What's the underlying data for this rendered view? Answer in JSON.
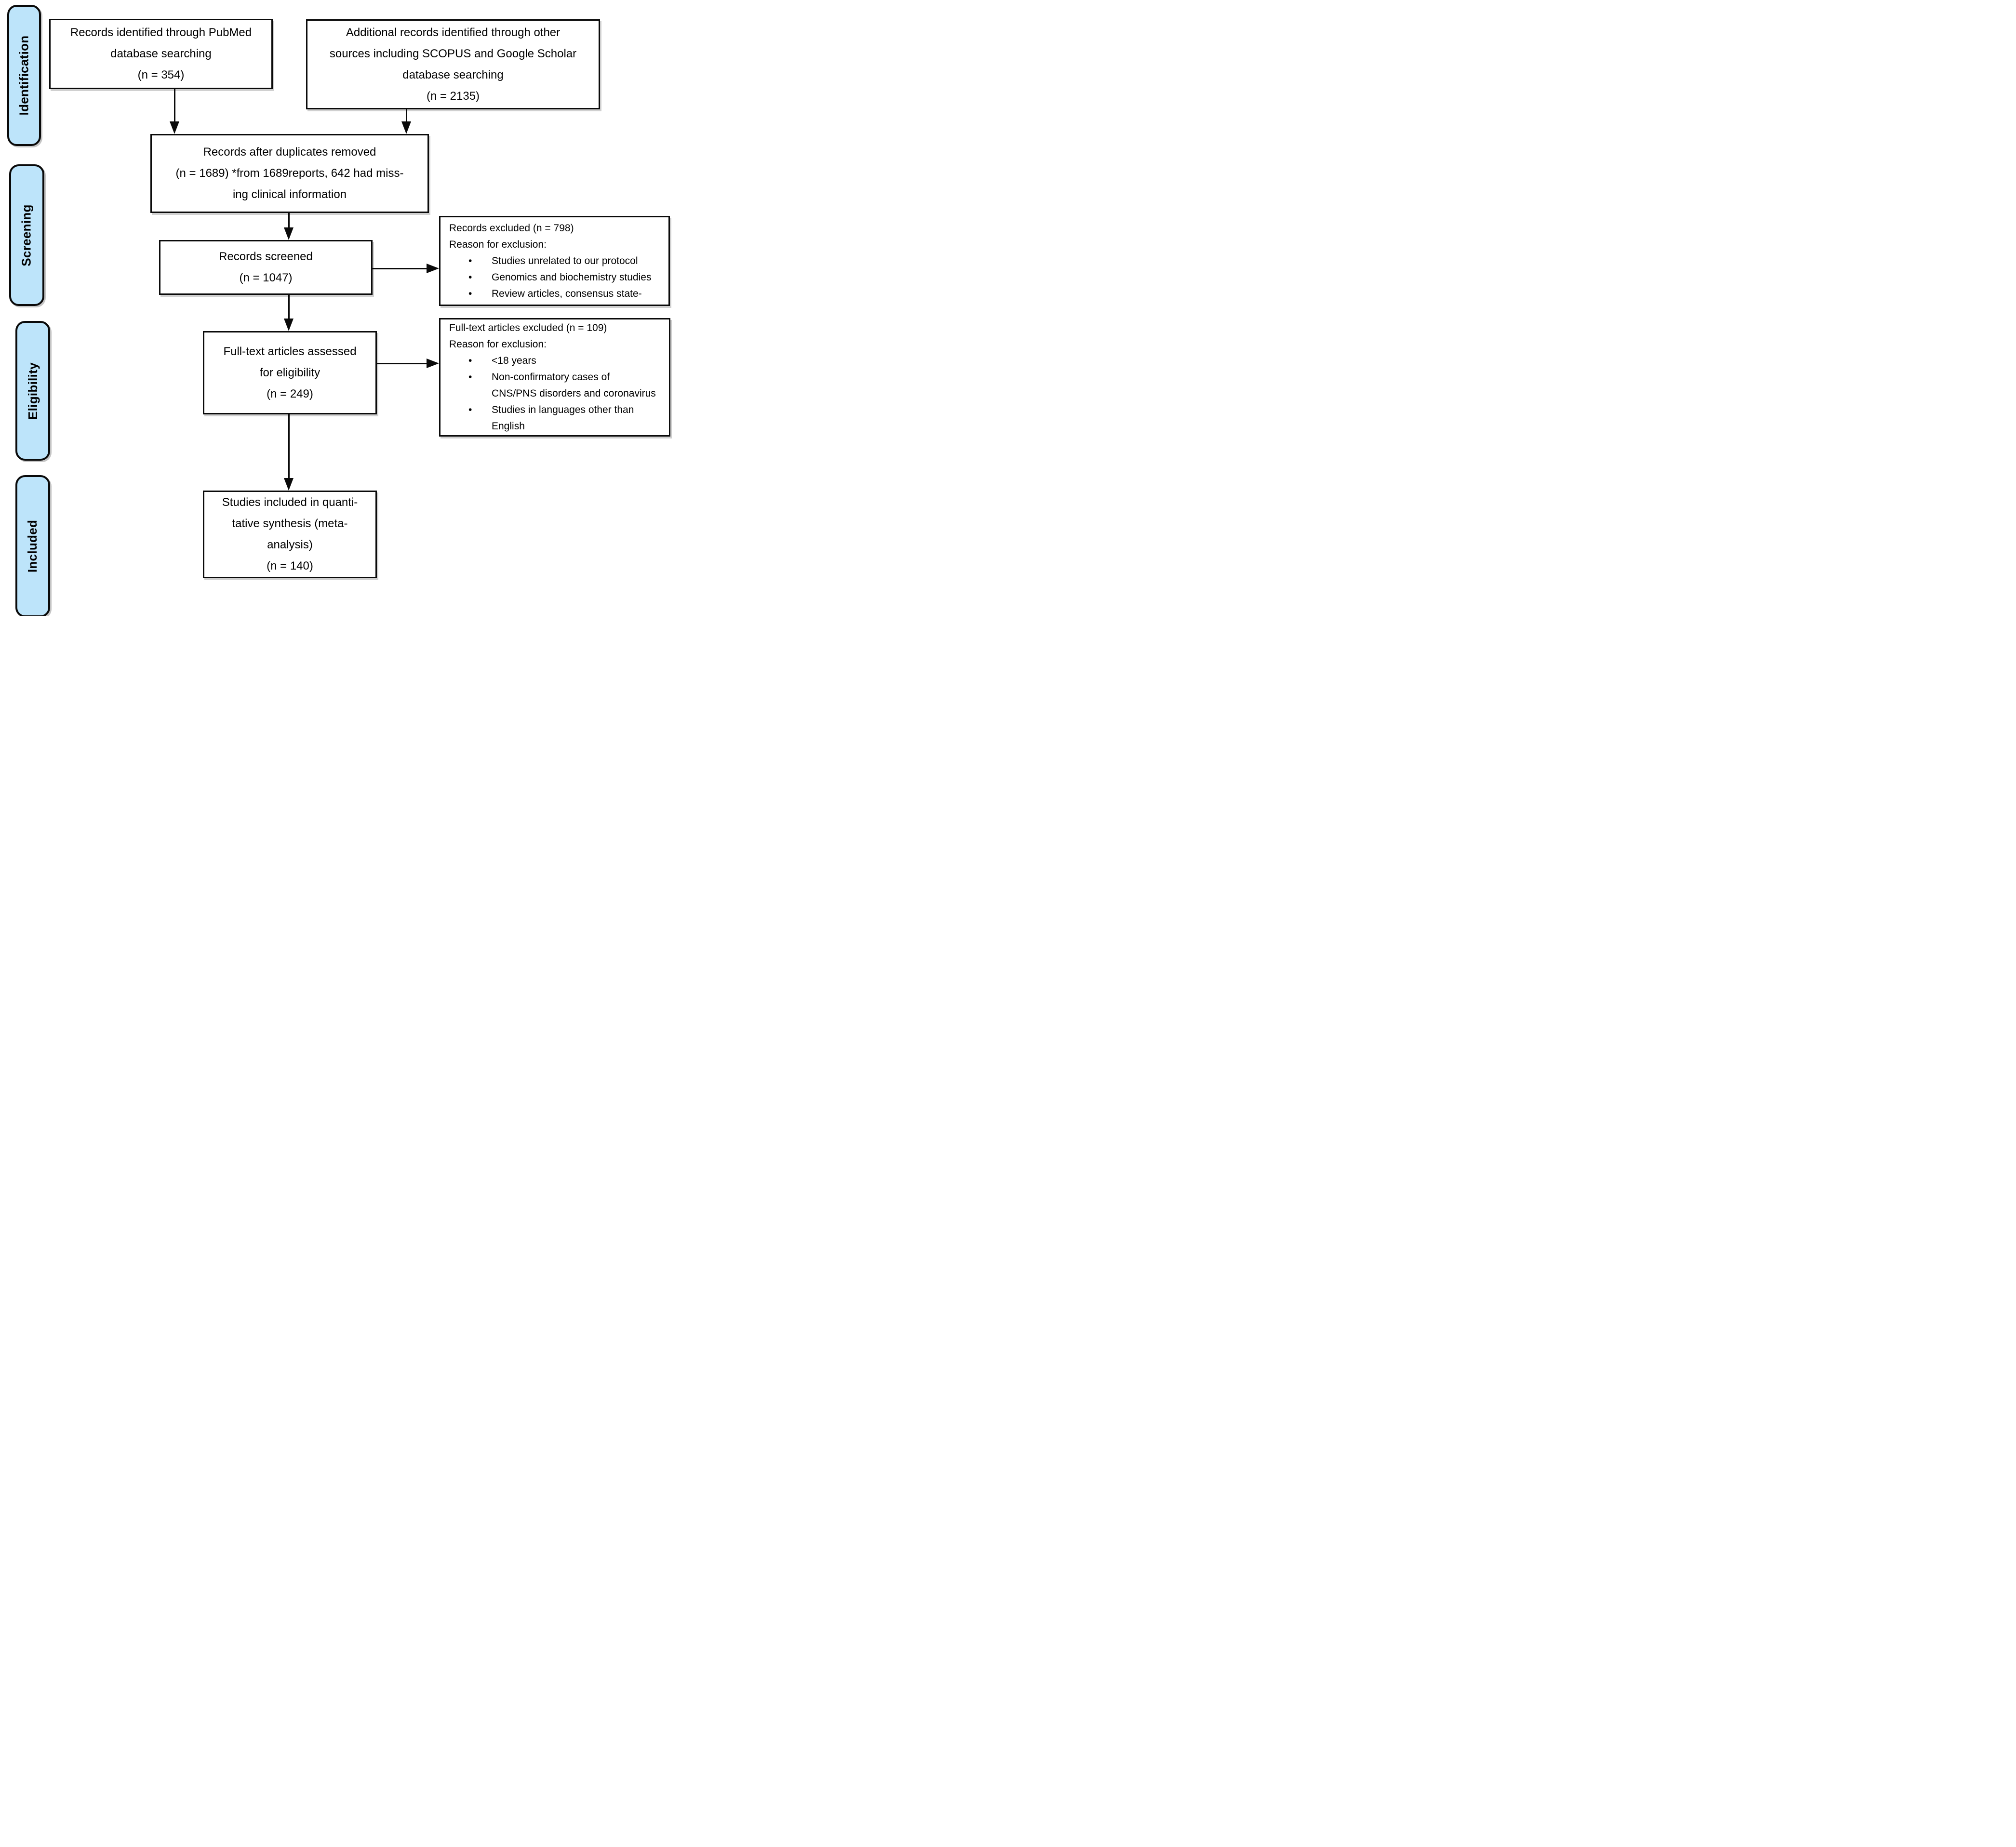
{
  "figure": {
    "type": "prisma-flow-diagram",
    "colors": {
      "stage_fill": "#BDE4FA",
      "stroke": "#0A0A0A",
      "box_fill": "#FFFFFF"
    },
    "stages": [
      {
        "label": "Identification"
      },
      {
        "label": "Screening"
      },
      {
        "label": "Eligibility"
      },
      {
        "label": "Included"
      }
    ],
    "boxes": {
      "identified_pubmed": "Records identified through PubMed\ndatabase searching\n(n = 354)",
      "identified_other": "Additional records identified through other\nsources including SCOPUS and Google Scholar\ndatabase searching\n(n = 2135)",
      "after_duplicates": "Records after duplicates removed\n(n = 1689) *from 1689reports, 642 had miss-\ning clinical information",
      "screened": "Records screened\n(n = 1047)",
      "records_excluded": {
        "title": "Records excluded (n = 798)",
        "reason_label": "Reason for exclusion:",
        "bullets": [
          "Studies unrelated to our protocol",
          "Genomics and biochemistry studies",
          "Review articles, consensus state-"
        ]
      },
      "fulltext_assessed": "Full-text articles assessed\nfor eligibility\n(n = 249)",
      "fulltext_excluded": {
        "title": "Full-text articles excluded (n = 109)",
        "reason_label": "Reason for exclusion:",
        "bullets": [
          "<18 years",
          "Non-confirmatory cases of\nCNS/PNS disorders and coronavirus",
          "Studies in languages other than\nEnglish"
        ]
      },
      "included_quantitative": "Studies included in quanti-\ntative synthesis (meta-\nanalysis)\n(n = 140)"
    }
  }
}
